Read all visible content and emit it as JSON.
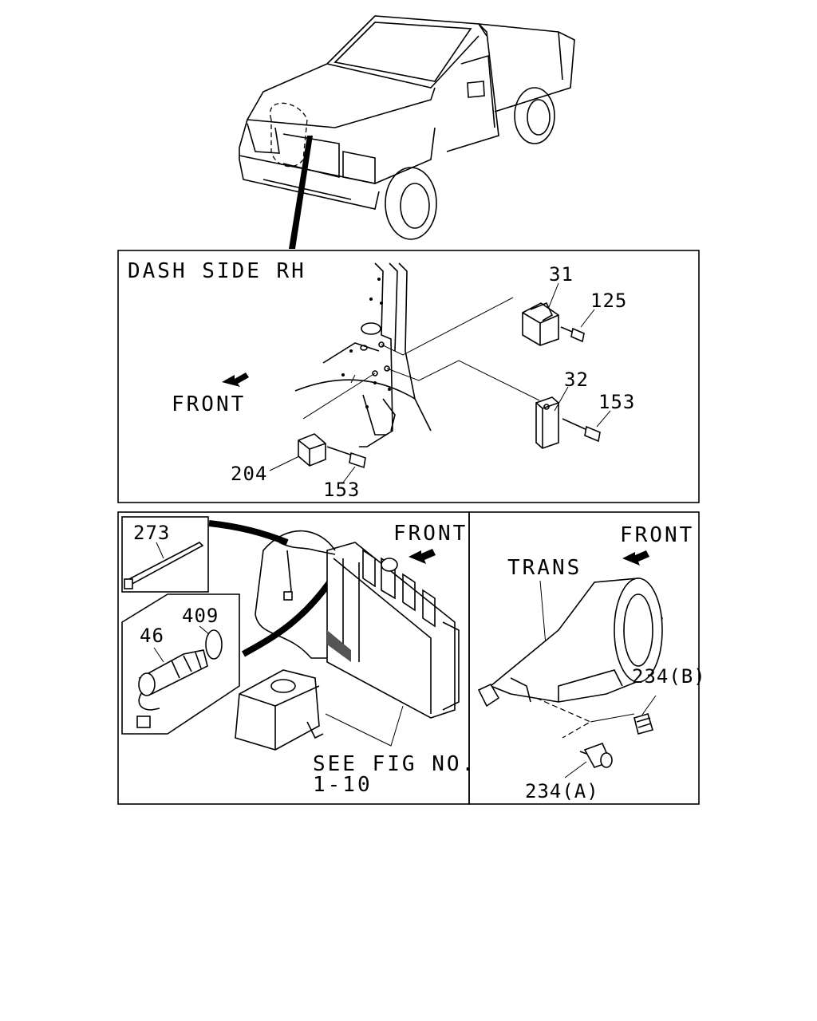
{
  "panels": {
    "dash": {
      "title": "DASH SIDE RH",
      "front": "FRONT",
      "labels": {
        "p31": "31",
        "p125": "125",
        "p32": "32",
        "p153a": "153",
        "p204": "204",
        "p153b": "153"
      }
    },
    "radiator": {
      "front": "FRONT",
      "labels": {
        "p273": "273",
        "p409": "409",
        "p46": "46"
      },
      "see_fig": "SEE FIG NO.",
      "see_fig_no": "1-10"
    },
    "trans": {
      "front": "FRONT",
      "trans_label": "TRANS",
      "labels": {
        "p234b": "234(B)",
        "p234a": "234(A)"
      }
    }
  },
  "icons": [
    "truck-illustration",
    "front-arrow-icon",
    "bolt-icon",
    "sensor-icon",
    "clip-icon"
  ]
}
